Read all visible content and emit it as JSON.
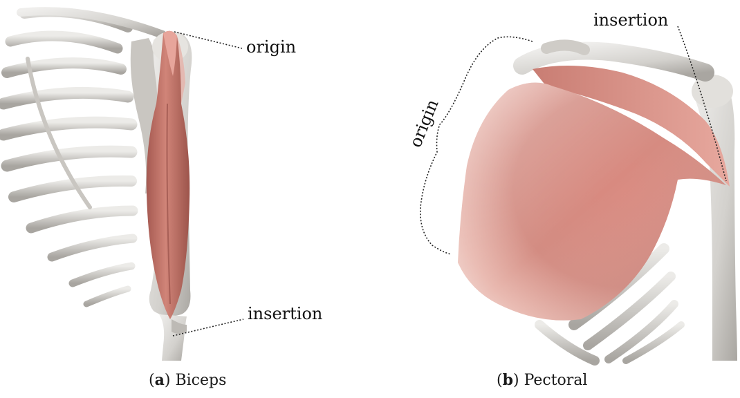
{
  "panels": [
    {
      "letter": "a",
      "caption": "Biceps",
      "labels": {
        "origin": "origin",
        "insertion": "insertion"
      }
    },
    {
      "letter": "b",
      "caption": "Pectoral",
      "labels": {
        "origin": "origin",
        "insertion": "insertion"
      }
    }
  ],
  "colors": {
    "bone": "#d8d6d2",
    "bone_shadow": "#b8b5b0",
    "muscle": "#d98e84",
    "muscle_dark": "#b9675e",
    "muscle_light": "#f0c1b9"
  }
}
